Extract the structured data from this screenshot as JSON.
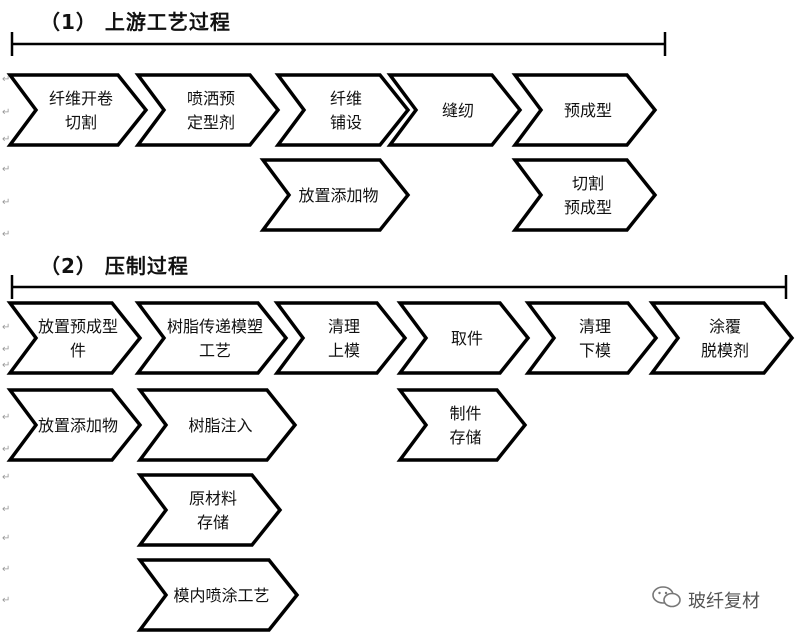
{
  "sections": {
    "upstream": {
      "title": "（1）  上游工艺过程",
      "nodes": [
        {
          "id": "u1",
          "lines": [
            "纤维开卷",
            "切割"
          ]
        },
        {
          "id": "u2",
          "lines": [
            "喷洒预",
            "定型剂"
          ]
        },
        {
          "id": "u3",
          "lines": [
            "纤维",
            "铺设"
          ]
        },
        {
          "id": "u4",
          "lines": [
            "缝纫"
          ]
        },
        {
          "id": "u5",
          "lines": [
            "预成型"
          ]
        },
        {
          "id": "u6",
          "lines": [
            "放置添加物"
          ]
        },
        {
          "id": "u7",
          "lines": [
            "切割",
            "预成型"
          ]
        }
      ]
    },
    "pressing": {
      "title": "（2）  压制过程",
      "nodes": [
        {
          "id": "p1",
          "lines": [
            "放置预成型",
            "件"
          ]
        },
        {
          "id": "p2",
          "lines": [
            "树脂传递模塑",
            "工艺"
          ]
        },
        {
          "id": "p3",
          "lines": [
            "清理",
            "上模"
          ]
        },
        {
          "id": "p4",
          "lines": [
            "取件"
          ]
        },
        {
          "id": "p5",
          "lines": [
            "清理",
            "下模"
          ]
        },
        {
          "id": "p6",
          "lines": [
            "涂覆",
            "脱模剂"
          ]
        },
        {
          "id": "p7",
          "lines": [
            "放置添加物"
          ]
        },
        {
          "id": "p8",
          "lines": [
            "树脂注入"
          ]
        },
        {
          "id": "p9",
          "lines": [
            "制件",
            "存储"
          ]
        },
        {
          "id": "p10",
          "lines": [
            "原材料",
            "存储"
          ]
        },
        {
          "id": "p11",
          "lines": [
            "模内喷涂工艺"
          ]
        }
      ]
    }
  },
  "watermark": {
    "text": "玻纤复材",
    "icon": "wechat-icon"
  },
  "paragraph_mark": "↵"
}
